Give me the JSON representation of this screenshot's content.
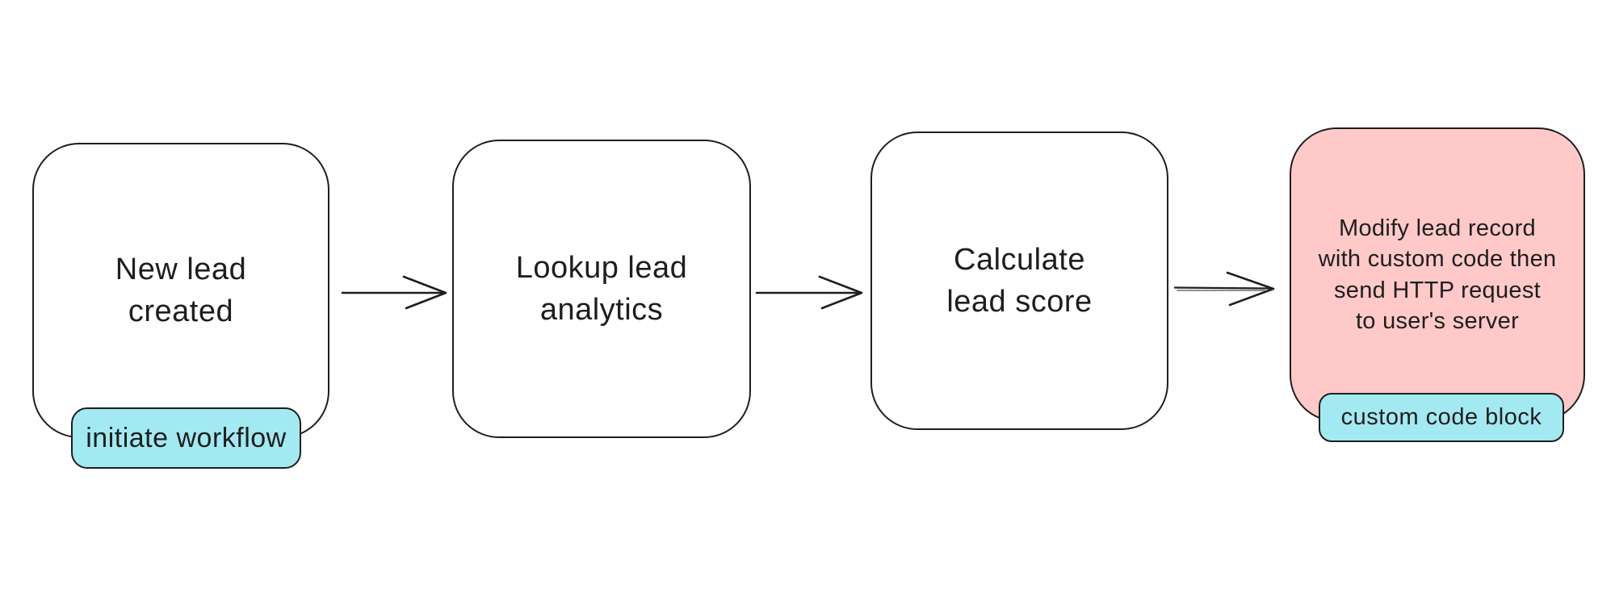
{
  "canvas": {
    "background": "#ffffff",
    "type": "flowchart"
  },
  "colors": {
    "stroke": "#1e1e1e",
    "node_fill_default": "#ffffff",
    "node_fill_highlight": "#ffc9c9",
    "badge_fill": "#a3e9f2"
  },
  "nodes": [
    {
      "id": "new-lead-created",
      "label": "New lead\ncreated",
      "fill": "#ffffff"
    },
    {
      "id": "lookup-lead-analytics",
      "label": "Lookup lead\nanalytics",
      "fill": "#ffffff"
    },
    {
      "id": "calculate-lead-score",
      "label": "Calculate\nlead score",
      "fill": "#ffffff"
    },
    {
      "id": "modify-lead-record",
      "label": "Modify lead record\nwith custom code then\nsend HTTP request\nto user's server",
      "fill": "#ffc9c9"
    }
  ],
  "badges": [
    {
      "attached_to": "new-lead-created",
      "label": "initiate workflow"
    },
    {
      "attached_to": "modify-lead-record",
      "label": "custom code block"
    }
  ],
  "arrows": [
    {
      "from": "new-lead-created",
      "to": "lookup-lead-analytics"
    },
    {
      "from": "lookup-lead-analytics",
      "to": "calculate-lead-score"
    },
    {
      "from": "calculate-lead-score",
      "to": "modify-lead-record"
    }
  ]
}
